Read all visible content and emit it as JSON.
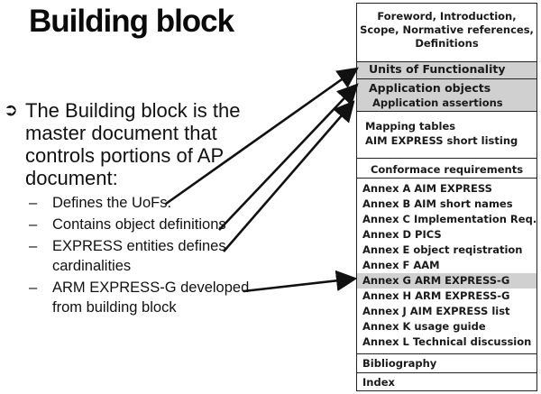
{
  "title": "Building block",
  "bullet": {
    "marker": "➲",
    "lines": [
      "The Building block is the",
      "master document that",
      "controls portions of AP",
      "document:"
    ]
  },
  "sub_bullets": [
    {
      "lines": [
        "Defines the UoFs."
      ]
    },
    {
      "lines": [
        "Contains object definitions"
      ]
    },
    {
      "lines": [
        "EXPRESS entities defines",
        "cardinalities"
      ]
    },
    {
      "lines": [
        "ARM EXPRESS-G developed",
        "from building block"
      ]
    }
  ],
  "doc_structure": {
    "front_matter": [
      "Foreword, Introduction,",
      "Scope, Normative references,",
      "Definitions"
    ],
    "units_of_functionality": "Units of Functionality",
    "application_objects": "Application objects",
    "application_assertions": "Application assertions",
    "mapping": [
      "Mapping tables",
      "AIM EXPRESS short listing"
    ],
    "conformance": "Conformace requirements",
    "annexes": [
      "Annex A AIM EXPRESS",
      "Annex B AIM short names",
      "Annex C Implementation Req.",
      "Annex D PICS",
      "Annex E object reqistration",
      "Annex F AAM",
      "Annex G ARM EXPRESS-G",
      "Annex H ARM EXPRESS-G",
      "Annex J AIM EXPRESS list",
      "Annex K usage guide",
      "Annex L Technical discussion"
    ],
    "bibliography": "Bibliography",
    "index": "Index"
  },
  "colors": {
    "highlight": "#d0d0d0",
    "ink": "#111111"
  }
}
